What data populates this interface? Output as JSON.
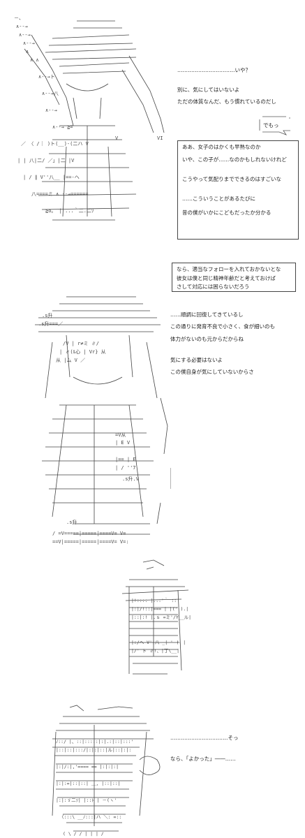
{
  "scene1": {
    "line_iya": "……………………………いや？",
    "line_kini": "別に、気にしてはいないよ",
    "line_taishitsu": "ただの体質なんだ、もう慣れているのだし",
    "bubble": "でもっ"
  },
  "box1": {
    "line1": "ああ、女子のはかくも早熟なのか",
    "line2": "いや、この子が……なのかもしれないけれど",
    "line3": "こうやって気配りまでできるのはすごいな",
    "line4": "……こういうことがあるたびに",
    "line5": "昔の僕がいかにこどもだったか分かる"
  },
  "box2": {
    "line1": "なら、適当なフォローを入れておかないとな",
    "line2": "彼女は僕と同じ精神年齢だと考えておけば",
    "line3": "さして対応には困らないだろう"
  },
  "scene2": {
    "line1": "……順調に回復してきているし",
    "line2": "この通りに発育不良で小さく、食が細いのも",
    "line3": "体力がないのも元からだからね",
    "line4": "気にする必要はないよ",
    "line5": "この僕自身が気にしていないからさ"
  },
  "scene4": {
    "line_sotsu": "……………………………そっ",
    "line_nara": "なら、「よかった」――……"
  }
}
